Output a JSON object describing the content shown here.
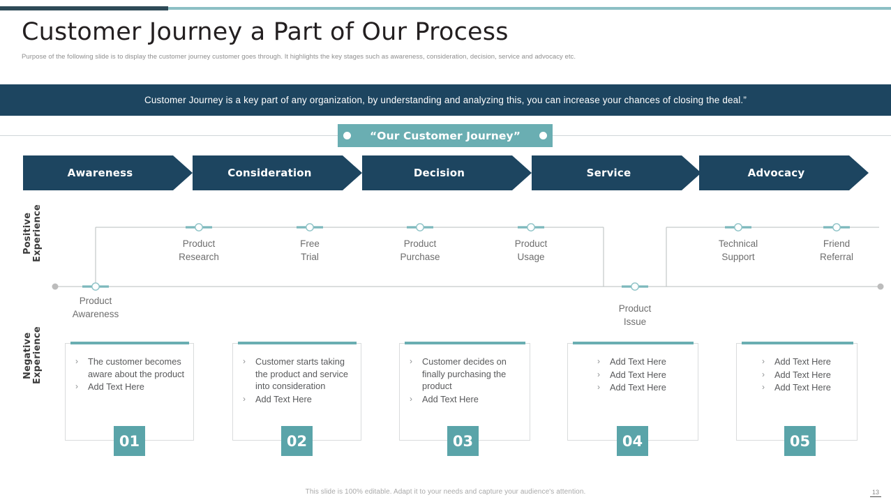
{
  "header": {
    "title": "Customer Journey a Part of Our Process",
    "subtitle": "Purpose of the following slide is to display the  customer journey customer goes through. It highlights the key stages such as awareness, consideration, decision, service and advocacy etc."
  },
  "quote_banner": {
    "text": "Customer Journey is a key part of any organization, by understanding and analyzing this, you can increase your chances of closing the deal.”"
  },
  "ribbon": {
    "label": "“Our Customer Journey”"
  },
  "stages": [
    {
      "label": "Awareness"
    },
    {
      "label": "Consideration"
    },
    {
      "label": "Decision"
    },
    {
      "label": "Service"
    },
    {
      "label": "Advocacy"
    }
  ],
  "axis": {
    "positive": "Positive\nExperience",
    "positive_line1": "Positive",
    "positive_line2": "Experience",
    "negative_line1": "Negative",
    "negative_line2": "Experience"
  },
  "milestones": [
    {
      "line1": "Product",
      "line2": "Awareness",
      "level": "neutral"
    },
    {
      "line1": "Product",
      "line2": "Research",
      "level": "positive"
    },
    {
      "line1": "Free",
      "line2": "Trial",
      "level": "positive"
    },
    {
      "line1": "Product",
      "line2": "Purchase",
      "level": "positive"
    },
    {
      "line1": "Product",
      "line2": "Usage",
      "level": "positive"
    },
    {
      "line1": "Product",
      "line2": "Issue",
      "level": "negative"
    },
    {
      "line1": "Technical",
      "line2": "Support",
      "level": "positive"
    },
    {
      "line1": "Friend",
      "line2": "Referral",
      "level": "positive"
    }
  ],
  "cards": [
    {
      "number": "01",
      "bullets": [
        "The customer becomes aware about the product",
        "Add Text Here"
      ]
    },
    {
      "number": "02",
      "bullets": [
        "Customer starts taking the product and service into consideration",
        "Add Text Here"
      ]
    },
    {
      "number": "03",
      "bullets": [
        "Customer decides on finally purchasing the product",
        "Add Text Here"
      ]
    },
    {
      "number": "04",
      "bullets": [
        "Add Text Here",
        "Add Text Here",
        "Add Text Here"
      ]
    },
    {
      "number": "05",
      "bullets": [
        "Add Text Here",
        "Add Text Here",
        "Add Text Here"
      ]
    }
  ],
  "footer": {
    "note": "This slide is 100% editable. Adapt it to your needs and capture your audience's attention.",
    "page_number": "13"
  },
  "colors": {
    "navy": "#1d4560",
    "teal": "#6aaeb2",
    "teal_dark": "#5aa4a9",
    "teal_light": "#8cbfc4",
    "rule_dark": "#2e4a57",
    "text_gray": "#6d6d6d",
    "line_gray": "#b7bcbe"
  }
}
